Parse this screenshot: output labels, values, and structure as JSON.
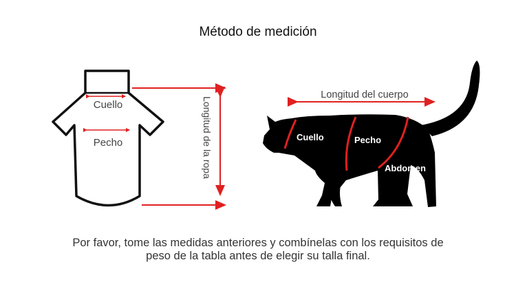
{
  "title": "Método de medición",
  "shirt": {
    "neck_label": "Cuello",
    "chest_label": "Pecho",
    "length_label": "Longitud de la ropa"
  },
  "cat": {
    "body_length_label": "Longitud del cuerpo",
    "neck_label": "Cuello",
    "chest_label": "Pecho",
    "belly_label": "Abdomen"
  },
  "footer": {
    "line1": "Por favor, tome las medidas anteriores y combínelas con los requisitos de",
    "line2": "peso de la tabla antes de elegir su talla final."
  },
  "colors": {
    "arrow": "#e02020",
    "outline": "#111111",
    "silhouette": "#000000",
    "band": "#e02020",
    "text": "#333333"
  }
}
